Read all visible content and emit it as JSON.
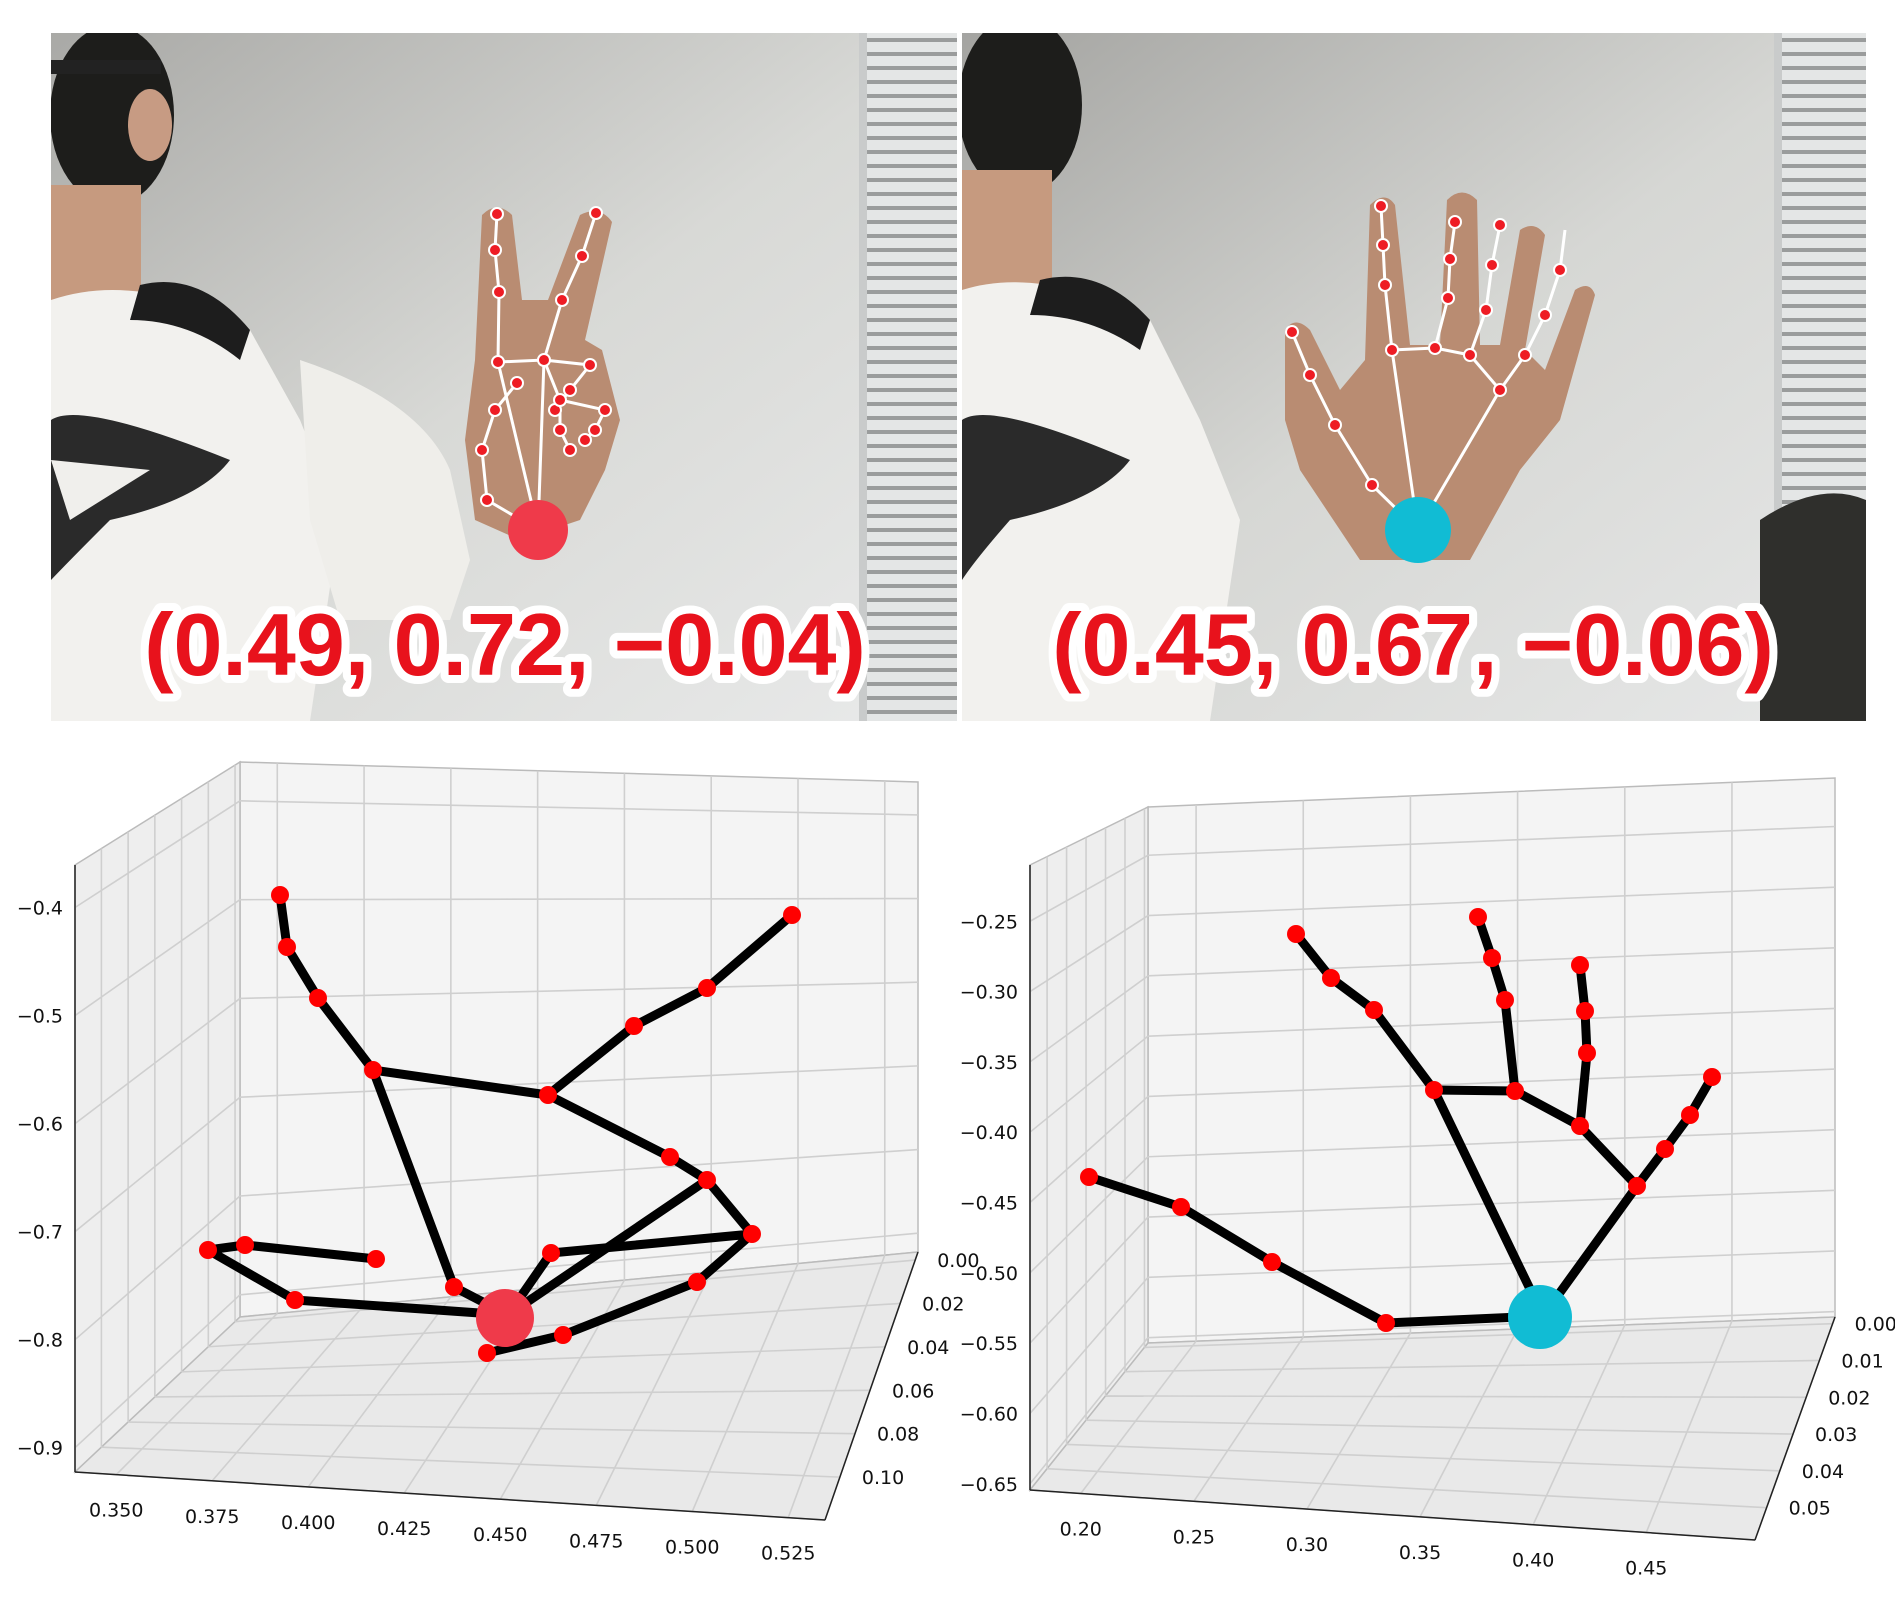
{
  "photos": [
    {
      "caption": "(0.49, 0.72, −0.04)",
      "gesture": "peace-sign",
      "wrist_color": "#ef3a4a"
    },
    {
      "caption": "(0.45, 0.67, −0.06)",
      "gesture": "open-palm",
      "wrist_color": "#11bcd4"
    }
  ],
  "chart_data": [
    {
      "type": "3d-line",
      "wrist_color": "#ef3a4a",
      "x_ticks": [
        "0.350",
        "0.375",
        "0.400",
        "0.425",
        "0.450",
        "0.475",
        "0.500",
        "0.525"
      ],
      "y_ticks": [
        "0.00",
        "0.02",
        "0.04",
        "0.06",
        "0.08",
        "0.10"
      ],
      "z_ticks": [
        "−0.4",
        "−0.5",
        "−0.6",
        "−0.7",
        "−0.8",
        "−0.9"
      ],
      "grid": true
    },
    {
      "type": "3d-line",
      "wrist_color": "#11bcd4",
      "x_ticks": [
        "0.20",
        "0.25",
        "0.30",
        "0.35",
        "0.40",
        "0.45"
      ],
      "y_ticks": [
        "0.00",
        "0.01",
        "0.02",
        "0.03",
        "0.04",
        "0.05"
      ],
      "z_ticks": [
        "−0.25",
        "−0.30",
        "−0.35",
        "−0.40",
        "−0.45",
        "−0.50",
        "−0.55",
        "−0.60",
        "−0.65"
      ],
      "grid": true
    }
  ]
}
